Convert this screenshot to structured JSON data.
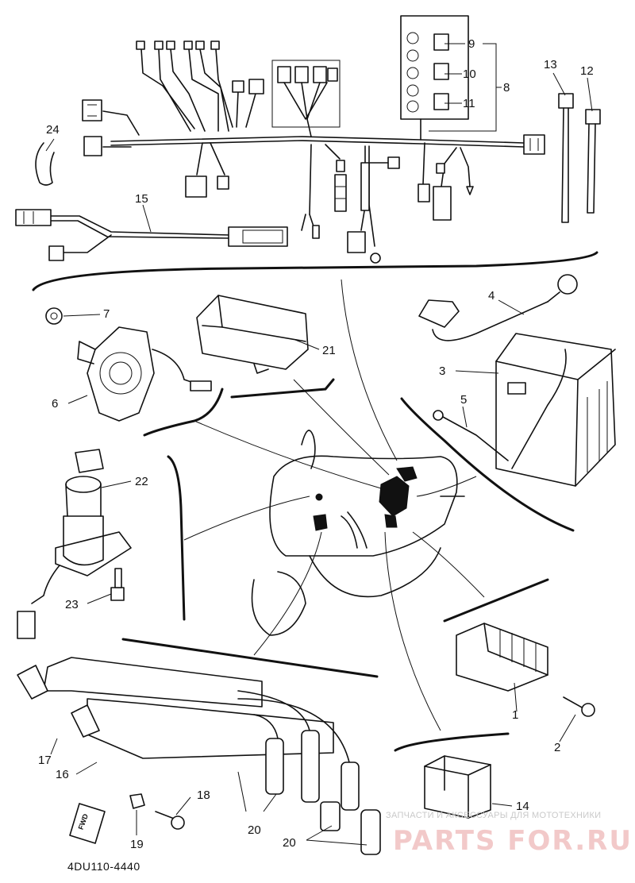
{
  "figure": {
    "reference_code": "4DU110-4440",
    "fwd_label": "FWD"
  },
  "callouts": {
    "c1": "1",
    "c2": "2",
    "c3": "3",
    "c4": "4",
    "c5": "5",
    "c6": "6",
    "c7": "7",
    "c8": "8",
    "c9": "9",
    "c10": "10",
    "c11": "11",
    "c12": "12",
    "c13": "13",
    "c14": "14",
    "c15": "15",
    "c16": "16",
    "c17": "17",
    "c18": "18",
    "c19": "19",
    "c20a": "20",
    "c20b": "20",
    "c21": "21",
    "c22": "22",
    "c23": "23",
    "c24": "24"
  },
  "watermark": {
    "caption": "ЗАПЧАСТИ И АКСЕССУАРЫ ДЛЯ МОТОТЕХНИКИ",
    "brand": "PARTS FOR.RU"
  },
  "colors": {
    "ink": "#111111",
    "background": "#ffffff",
    "watermark_text": "#c9c9c9",
    "watermark_brand": "#f2c9c9"
  }
}
